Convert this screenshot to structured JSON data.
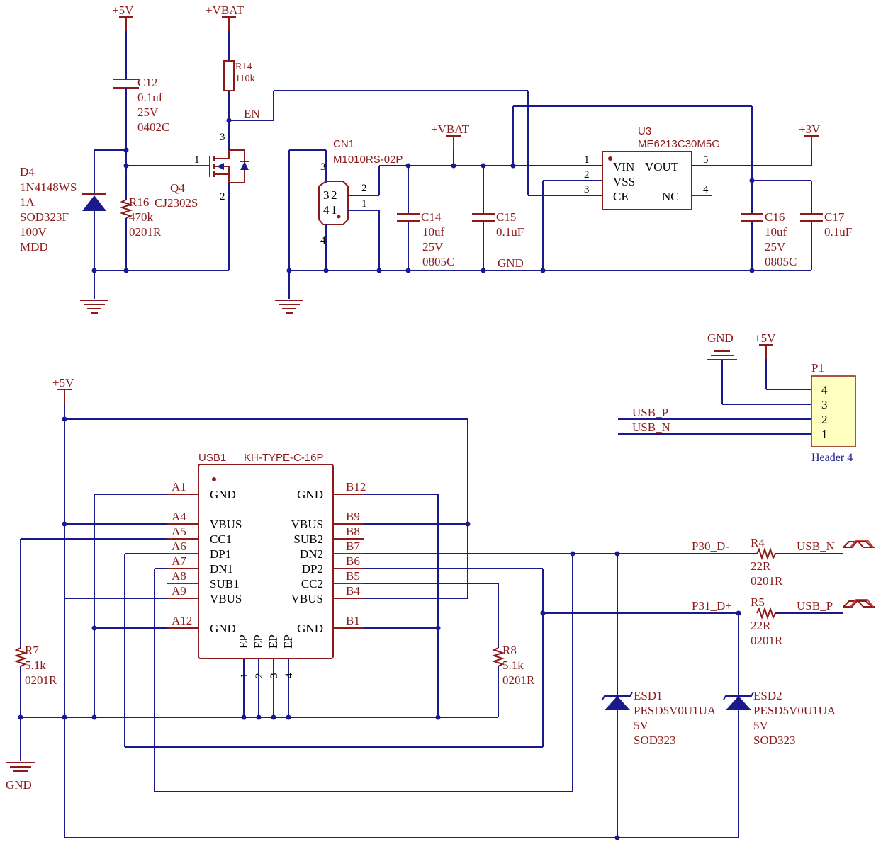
{
  "power": {
    "p5v": "+5V",
    "vbat": "+VBAT",
    "p3v": "+3V",
    "gnd": "GND"
  },
  "nets": {
    "en": "EN",
    "gnd": "GND",
    "usb_p": "USB_P",
    "usb_n": "USB_N",
    "usb_n_port": "USB_N",
    "usb_p_port": "USB_P",
    "p30": "P30_D-",
    "p31": "P31_D+"
  },
  "c12": {
    "ref": "C12",
    "value": "0.1uf",
    "voltage": "25V",
    "pkg": "0402C"
  },
  "r14": {
    "ref": "R14",
    "value": "110k"
  },
  "d4": {
    "ref": "D4",
    "part": "1N4148WS",
    "current": "1A",
    "pkg": "SOD323F",
    "voltage": "100V",
    "mfr": "MDD"
  },
  "r16": {
    "ref": "R16",
    "value": "470k",
    "pkg": "0201R"
  },
  "q4": {
    "ref": "Q4",
    "part": "CJ2302S",
    "pin1": "1",
    "pin2": "2",
    "pin3": "3"
  },
  "cn1": {
    "ref": "CN1",
    "part": "M1010RS-02P",
    "pins": [
      "3",
      "2",
      "1",
      "4"
    ],
    "inner": [
      "3",
      "2",
      "4",
      "1"
    ]
  },
  "c14": {
    "ref": "C14",
    "value": "10uf",
    "voltage": "25V",
    "pkg": "0805C"
  },
  "c15": {
    "ref": "C15",
    "value": "0.1uF"
  },
  "u3": {
    "ref": "U3",
    "part": "ME6213C30M5G",
    "pins": [
      "1",
      "2",
      "3",
      "5",
      "4"
    ],
    "labels": [
      "VIN",
      "VOUT",
      "VSS",
      "CE",
      "NC"
    ]
  },
  "c16": {
    "ref": "C16",
    "value": "10uf",
    "voltage": "25V",
    "pkg": "0805C"
  },
  "c17": {
    "ref": "C17",
    "value": "0.1uF"
  },
  "p1": {
    "ref": "P1",
    "part": "Header 4",
    "pins": [
      "4",
      "3",
      "2",
      "1"
    ]
  },
  "usb1": {
    "ref": "USB1",
    "part": "KH-TYPE-C-16P",
    "left_pins": [
      "A1",
      "A4",
      "A5",
      "A6",
      "A7",
      "A8",
      "A9",
      "A12"
    ],
    "left_labels": [
      "GND",
      "VBUS",
      "CC1",
      "DP1",
      "DN1",
      "SUB1",
      "VBUS",
      "GND"
    ],
    "right_pins": [
      "B12",
      "B9",
      "B8",
      "B7",
      "B6",
      "B5",
      "B4",
      "B1"
    ],
    "right_labels": [
      "GND",
      "VBUS",
      "SUB2",
      "DN2",
      "DP2",
      "CC2",
      "VBUS",
      "GND"
    ],
    "ep_labels": [
      "EP",
      "EP",
      "EP",
      "EP"
    ],
    "ep_pins": [
      "1",
      "2",
      "3",
      "4"
    ]
  },
  "r7": {
    "ref": "R7",
    "value": "5.1k",
    "pkg": "0201R"
  },
  "r8": {
    "ref": "R8",
    "value": "5.1k",
    "pkg": "0201R"
  },
  "r4": {
    "ref": "R4",
    "value": "22R",
    "pkg": "0201R"
  },
  "r5": {
    "ref": "R5",
    "value": "22R",
    "pkg": "0201R"
  },
  "esd1": {
    "ref": "ESD1",
    "part": "PESD5V0U1UA",
    "voltage": "5V",
    "pkg": "SOD323"
  },
  "esd2": {
    "ref": "ESD2",
    "part": "PESD5V0U1UA",
    "voltage": "5V",
    "pkg": "SOD323"
  },
  "colors": {
    "wire": "#1a1a8c",
    "part": "#8b1a1a",
    "body_fill": "#ffffc0"
  }
}
